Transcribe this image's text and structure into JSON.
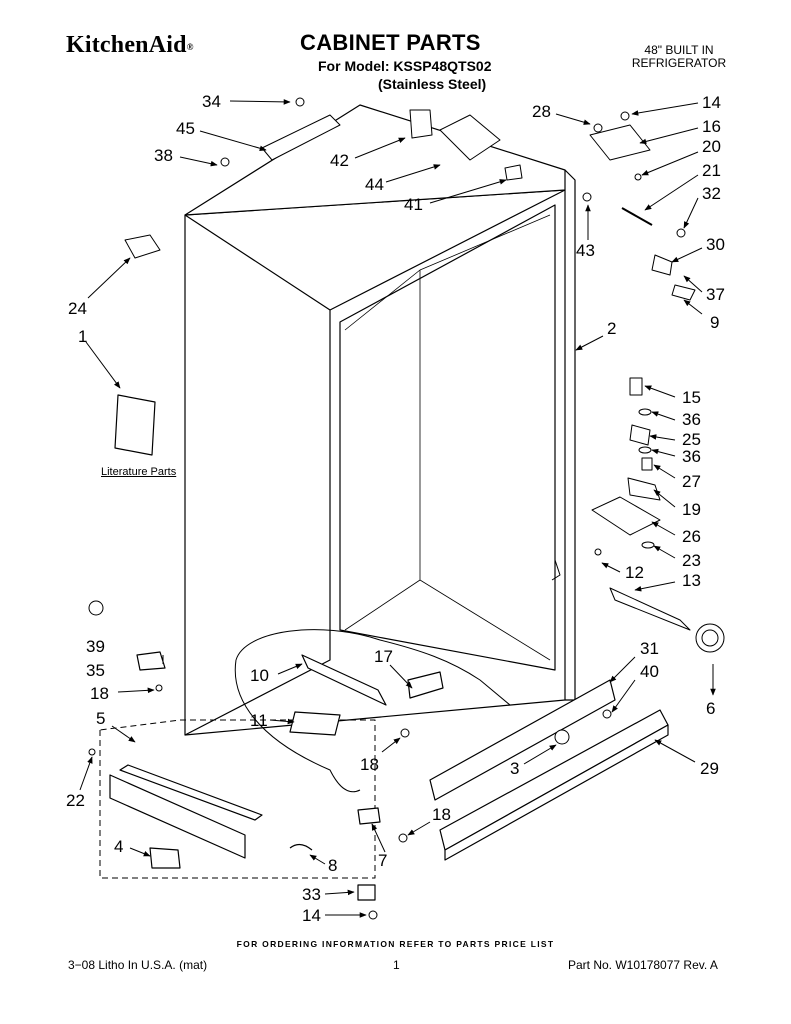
{
  "header": {
    "brand": "KitchenAid",
    "brand_mark": "®",
    "title": "CABINET PARTS",
    "model_line": "For Model: KSSP48QTS02",
    "variant": "(Stainless Steel)",
    "builtin_line1": "48\" BUILT IN",
    "builtin_line2": "REFRIGERATOR"
  },
  "diagram": {
    "literature_label": "Literature Parts",
    "callouts": {
      "c34": "34",
      "c45": "45",
      "c38": "38",
      "c42": "42",
      "c44": "44",
      "c41": "41",
      "c28": "28",
      "c14a": "14",
      "c16": "16",
      "c20": "20",
      "c21": "21",
      "c32": "32",
      "c43": "43",
      "c30": "30",
      "c37": "37",
      "c9": "9",
      "c24": "24",
      "c1": "1",
      "c2": "2",
      "c15": "15",
      "c36a": "36",
      "c25": "25",
      "c36b": "36",
      "c27": "27",
      "c19": "19",
      "c26": "26",
      "c23": "23",
      "c12": "12",
      "c13": "13",
      "c39": "39",
      "c35": "35",
      "c18a": "18",
      "c10": "10",
      "c17": "17",
      "c31": "31",
      "c40": "40",
      "c6": "6",
      "c11": "11",
      "c5": "5",
      "c22": "22",
      "c18b": "18",
      "c3": "3",
      "c29": "29",
      "c18c": "18",
      "c4": "4",
      "c8": "8",
      "c7": "7",
      "c33": "33",
      "c14b": "14"
    }
  },
  "footer": {
    "ordering_info": "FOR ORDERING INFORMATION REFER TO PARTS PRICE LIST",
    "litho": "3−08 Litho In U.S.A. (mat)",
    "page_number": "1",
    "part_number": "Part No. W10178077 Rev. A"
  }
}
